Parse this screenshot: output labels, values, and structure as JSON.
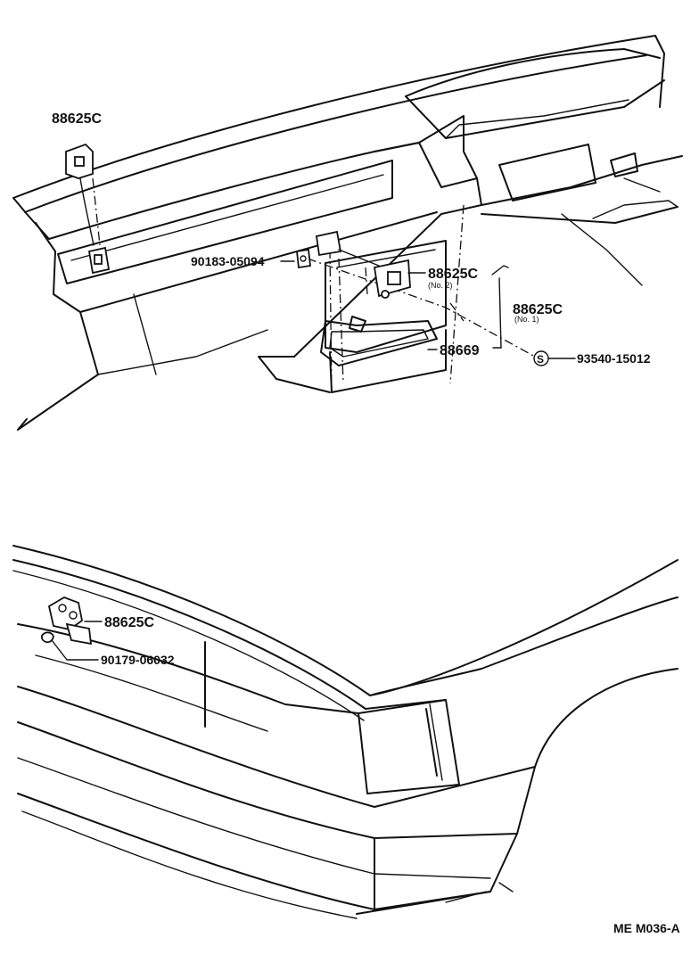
{
  "labels": {
    "top_left_switch": "88625C",
    "screw_left": "90183-05094",
    "switch_no2": "88625C",
    "switch_no2_note": "(No. 2)",
    "switch_no1": "88625C",
    "switch_no1_note": "(No. 1)",
    "hose_part": "88669",
    "spec_symbol": "S",
    "spec_part": "93540-15012",
    "rear_switch": "88625C",
    "rear_nut": "90179-06032",
    "drawing_code": "ME M036-A"
  },
  "icons": {
    "spec_marker": "circled-s-icon"
  }
}
